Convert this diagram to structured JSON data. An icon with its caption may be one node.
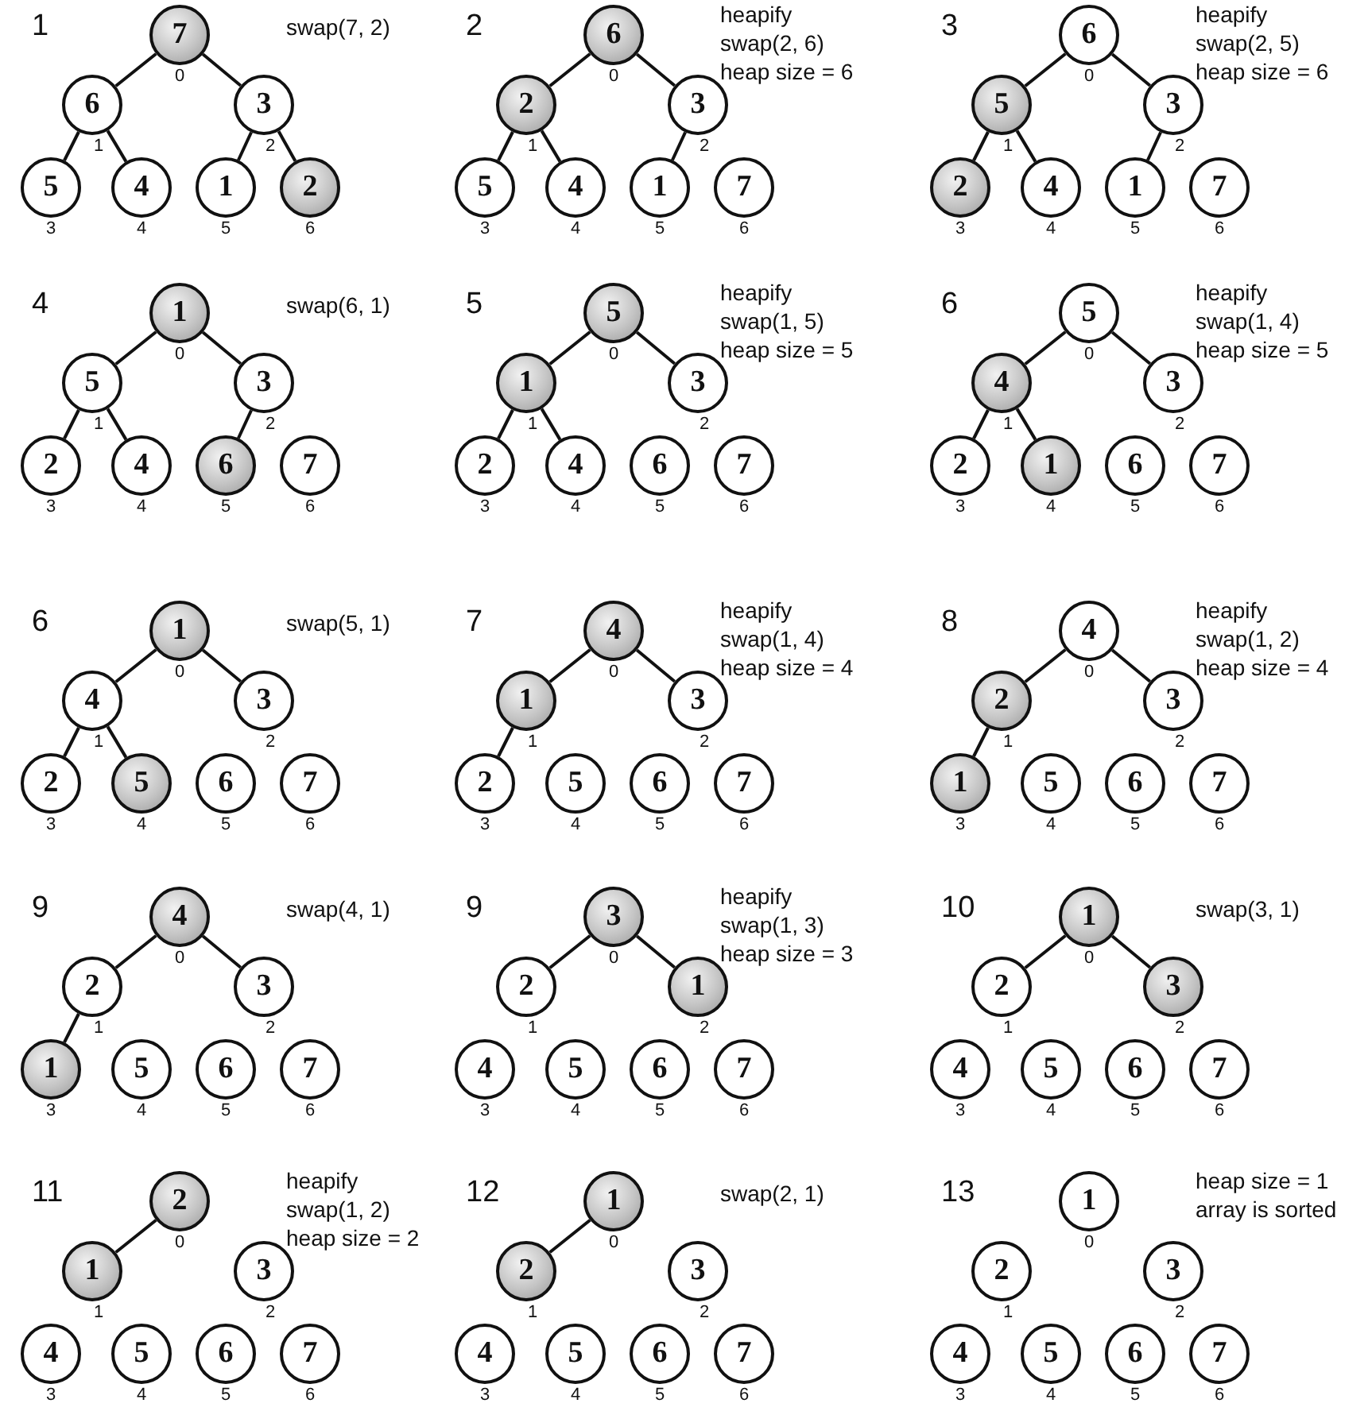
{
  "diagram": {
    "nodes": [
      {
        "text": [
          "7"
        ],
        "beside": [
          "0"
        ]
      },
      {
        "text": [
          "6"
        ],
        "beside": [
          "1"
        ]
      },
      {
        "text": [
          "3"
        ],
        "beside": [
          "2"
        ]
      },
      {
        "text": [
          "5"
        ],
        "beside": [
          "3"
        ]
      },
      {
        "text": [
          "4"
        ],
        "beside": [
          "4"
        ]
      },
      {
        "text": [
          "1"
        ],
        "beside": [
          "5"
        ]
      },
      {
        "text": [
          "2"
        ],
        "beside": [
          "6"
        ]
      },
      {
        "text": [
          "6"
        ],
        "beside": [
          "0"
        ]
      },
      {
        "text": [
          "2"
        ],
        "beside": [
          "1"
        ]
      },
      {
        "text": [
          "3"
        ],
        "beside": [
          "2"
        ]
      },
      {
        "text": [
          "5"
        ],
        "beside": [
          "3"
        ]
      },
      {
        "text": [
          "4"
        ],
        "beside": [
          "4"
        ]
      },
      {
        "text": [
          "1"
        ],
        "beside": [
          "5"
        ]
      },
      {
        "text": [
          "7"
        ],
        "beside": [
          "6"
        ]
      },
      {
        "text": [
          "6"
        ],
        "beside": [
          "0"
        ]
      },
      {
        "text": [
          "5"
        ],
        "beside": [
          "1"
        ]
      },
      {
        "text": [
          "3"
        ],
        "beside": [
          "2"
        ]
      },
      {
        "text": [
          "2"
        ],
        "beside": [
          "3"
        ]
      },
      {
        "text": [
          "4"
        ],
        "beside": [
          "4"
        ]
      },
      {
        "text": [
          "1"
        ],
        "beside": [
          "5"
        ]
      },
      {
        "text": [
          "7"
        ],
        "beside": [
          "6"
        ]
      },
      {
        "text": [
          "1"
        ],
        "beside": [
          "0"
        ]
      },
      {
        "text": [
          "5"
        ],
        "beside": [
          "1"
        ]
      },
      {
        "text": [
          "3"
        ],
        "beside": [
          "2"
        ]
      },
      {
        "text": [
          "2"
        ],
        "beside": [
          "3"
        ]
      },
      {
        "text": [
          "4"
        ],
        "beside": [
          "4"
        ]
      },
      {
        "text": [
          "6"
        ],
        "beside": [
          "5"
        ]
      },
      {
        "text": [
          "7"
        ],
        "beside": [
          "6"
        ]
      },
      {
        "text": [
          "5"
        ],
        "beside": [
          "0"
        ]
      },
      {
        "text": [
          "1"
        ],
        "beside": [
          "1"
        ]
      },
      {
        "text": [
          "3"
        ],
        "beside": [
          "2"
        ]
      },
      {
        "text": [
          "2"
        ],
        "beside": [
          "3"
        ]
      },
      {
        "text": [
          "4"
        ],
        "beside": [
          "4"
        ]
      },
      {
        "text": [
          "6"
        ],
        "beside": [
          "5"
        ]
      },
      {
        "text": [
          "7"
        ],
        "beside": [
          "6"
        ]
      },
      {
        "text": [
          "5"
        ],
        "beside": [
          "0"
        ]
      },
      {
        "text": [
          "4"
        ],
        "beside": [
          "1"
        ]
      },
      {
        "text": [
          "3"
        ],
        "beside": [
          "2"
        ]
      },
      {
        "text": [
          "2"
        ],
        "beside": [
          "3"
        ]
      },
      {
        "text": [
          "1"
        ],
        "beside": [
          "4"
        ]
      },
      {
        "text": [
          "6"
        ],
        "beside": [
          "5"
        ]
      },
      {
        "text": [
          "7"
        ],
        "beside": [
          "6"
        ]
      },
      {
        "text": [
          "1"
        ],
        "beside": [
          "0"
        ]
      },
      {
        "text": [
          "4"
        ],
        "beside": [
          "1"
        ]
      },
      {
        "text": [
          "3"
        ],
        "beside": [
          "2"
        ]
      },
      {
        "text": [
          "2"
        ],
        "beside": [
          "3"
        ]
      },
      {
        "text": [
          "5"
        ],
        "beside": [
          "4"
        ]
      },
      {
        "text": [
          "6"
        ],
        "beside": [
          "5"
        ]
      },
      {
        "text": [
          "7"
        ],
        "beside": [
          "6"
        ]
      },
      {
        "text": [
          "4"
        ],
        "beside": [
          "0"
        ]
      },
      {
        "text": [
          "1"
        ],
        "beside": [
          "1"
        ]
      },
      {
        "text": [
          "3"
        ],
        "beside": [
          "2"
        ]
      },
      {
        "text": [
          "2"
        ],
        "beside": [
          "3"
        ]
      },
      {
        "text": [
          "5"
        ],
        "beside": [
          "4"
        ]
      },
      {
        "text": [
          "6"
        ],
        "beside": [
          "5"
        ]
      },
      {
        "text": [
          "7"
        ],
        "beside": [
          "6"
        ]
      },
      {
        "text": [
          "4"
        ],
        "beside": [
          "0"
        ]
      },
      {
        "text": [
          "2"
        ],
        "beside": [
          "1"
        ]
      },
      {
        "text": [
          "3"
        ],
        "beside": [
          "2"
        ]
      },
      {
        "text": [
          "1"
        ],
        "beside": [
          "3"
        ]
      },
      {
        "text": [
          "5"
        ],
        "beside": [
          "4"
        ]
      },
      {
        "text": [
          "6"
        ],
        "beside": [
          "5"
        ]
      },
      {
        "text": [
          "7"
        ],
        "beside": [
          "6"
        ]
      },
      {
        "text": [
          "4"
        ],
        "beside": [
          "0"
        ]
      },
      {
        "text": [
          "2"
        ],
        "beside": [
          "1"
        ]
      },
      {
        "text": [
          "3"
        ],
        "beside": [
          "2"
        ]
      },
      {
        "text": [
          "1"
        ],
        "beside": [
          "3"
        ]
      },
      {
        "text": [
          "5"
        ],
        "beside": [
          "4"
        ]
      },
      {
        "text": [
          "6"
        ],
        "beside": [
          "5"
        ]
      },
      {
        "text": [
          "7"
        ],
        "beside": [
          "6"
        ]
      },
      {
        "text": [
          "3"
        ],
        "beside": [
          "0"
        ]
      },
      {
        "text": [
          "2"
        ],
        "beside": [
          "1"
        ]
      },
      {
        "text": [
          "1"
        ],
        "beside": [
          "2"
        ]
      },
      {
        "text": [
          "4"
        ],
        "beside": [
          "3"
        ]
      },
      {
        "text": [
          "5"
        ],
        "beside": [
          "4"
        ]
      },
      {
        "text": [
          "6"
        ],
        "beside": [
          "5"
        ]
      },
      {
        "text": [
          "7"
        ],
        "beside": [
          "6"
        ]
      },
      {
        "text": [
          "1"
        ],
        "beside": [
          "0"
        ]
      },
      {
        "text": [
          "2"
        ],
        "beside": [
          "1"
        ]
      },
      {
        "text": [
          "3"
        ],
        "beside": [
          "2"
        ]
      },
      {
        "text": [
          "4"
        ],
        "beside": [
          "3"
        ]
      },
      {
        "text": [
          "5"
        ],
        "beside": [
          "4"
        ]
      },
      {
        "text": [
          "6"
        ],
        "beside": [
          "5"
        ]
      },
      {
        "text": [
          "7"
        ],
        "beside": [
          "6"
        ]
      },
      {
        "text": [
          "2"
        ],
        "beside": [
          "0"
        ]
      },
      {
        "text": [
          "1"
        ],
        "beside": [
          "1"
        ]
      },
      {
        "text": [
          "3"
        ],
        "beside": [
          "2"
        ]
      },
      {
        "text": [
          "4"
        ],
        "beside": [
          "3"
        ]
      },
      {
        "text": [
          "5"
        ],
        "beside": [
          "4"
        ]
      },
      {
        "text": [
          "6"
        ],
        "beside": [
          "5"
        ]
      },
      {
        "text": [
          "7"
        ],
        "beside": [
          "6"
        ]
      },
      {
        "text": [
          "1"
        ],
        "beside": [
          "0"
        ]
      },
      {
        "text": [
          "2"
        ],
        "beside": [
          "1"
        ]
      },
      {
        "text": [
          "3"
        ],
        "beside": [
          "2"
        ]
      },
      {
        "text": [
          "4"
        ],
        "beside": [
          "3"
        ]
      },
      {
        "text": [
          "5"
        ],
        "beside": [
          "4"
        ]
      },
      {
        "text": [
          "6"
        ],
        "beside": [
          "5"
        ]
      },
      {
        "text": [
          "7"
        ],
        "beside": [
          "6"
        ]
      },
      {
        "text": [
          "1"
        ],
        "beside": [
          "0"
        ]
      },
      {
        "text": [
          "2"
        ],
        "beside": [
          "1"
        ]
      },
      {
        "text": [
          "3"
        ],
        "beside": [
          "2"
        ]
      },
      {
        "text": [
          "4"
        ],
        "beside": [
          "3"
        ]
      },
      {
        "text": [
          "5"
        ],
        "beside": [
          "4"
        ]
      },
      {
        "text": [
          "6"
        ],
        "beside": [
          "5"
        ]
      },
      {
        "text": [
          "7"
        ],
        "beside": [
          "6"
        ]
      }
    ],
    "edges": [
      {
        "from": 0,
        "to": 1,
        "arrow": "none"
      },
      {
        "from": 0,
        "to": 2,
        "arrow": "none"
      },
      {
        "from": 1,
        "to": 3,
        "arrow": "none"
      },
      {
        "from": 1,
        "to": 4,
        "arrow": "none"
      },
      {
        "from": 2,
        "to": 5,
        "arrow": "none"
      },
      {
        "from": 2,
        "to": 6,
        "arrow": "none"
      },
      {
        "from": 7,
        "to": 8,
        "arrow": "none"
      },
      {
        "from": 7,
        "to": 9,
        "arrow": "none"
      },
      {
        "from": 8,
        "to": 10,
        "arrow": "none"
      },
      {
        "from": 8,
        "to": 11,
        "arrow": "none"
      },
      {
        "from": 9,
        "to": 12,
        "arrow": "none"
      },
      {
        "from": 14,
        "to": 15,
        "arrow": "none"
      },
      {
        "from": 14,
        "to": 16,
        "arrow": "none"
      },
      {
        "from": 15,
        "to": 17,
        "arrow": "none"
      },
      {
        "from": 15,
        "to": 18,
        "arrow": "none"
      },
      {
        "from": 16,
        "to": 19,
        "arrow": "none"
      },
      {
        "from": 21,
        "to": 22,
        "arrow": "none"
      },
      {
        "from": 21,
        "to": 23,
        "arrow": "none"
      },
      {
        "from": 22,
        "to": 24,
        "arrow": "none"
      },
      {
        "from": 22,
        "to": 25,
        "arrow": "none"
      },
      {
        "from": 23,
        "to": 26,
        "arrow": "none"
      },
      {
        "from": 28,
        "to": 29,
        "arrow": "none"
      },
      {
        "from": 28,
        "to": 30,
        "arrow": "none"
      },
      {
        "from": 29,
        "to": 31,
        "arrow": "none"
      },
      {
        "from": 29,
        "to": 32,
        "arrow": "none"
      },
      {
        "from": 35,
        "to": 36,
        "arrow": "none"
      },
      {
        "from": 35,
        "to": 37,
        "arrow": "none"
      },
      {
        "from": 36,
        "to": 38,
        "arrow": "none"
      },
      {
        "from": 36,
        "to": 39,
        "arrow": "none"
      },
      {
        "from": 42,
        "to": 43,
        "arrow": "none"
      },
      {
        "from": 42,
        "to": 44,
        "arrow": "none"
      },
      {
        "from": 43,
        "to": 45,
        "arrow": "none"
      },
      {
        "from": 43,
        "to": 46,
        "arrow": "none"
      },
      {
        "from": 49,
        "to": 50,
        "arrow": "none"
      },
      {
        "from": 49,
        "to": 51,
        "arrow": "none"
      },
      {
        "from": 50,
        "to": 52,
        "arrow": "none"
      },
      {
        "from": 56,
        "to": 57,
        "arrow": "none"
      },
      {
        "from": 56,
        "to": 58,
        "arrow": "none"
      },
      {
        "from": 57,
        "to": 59,
        "arrow": "none"
      },
      {
        "from": 63,
        "to": 64,
        "arrow": "none"
      },
      {
        "from": 63,
        "to": 65,
        "arrow": "none"
      },
      {
        "from": 64,
        "to": 66,
        "arrow": "none"
      },
      {
        "from": 70,
        "to": 71,
        "arrow": "none"
      },
      {
        "from": 70,
        "to": 72,
        "arrow": "none"
      },
      {
        "from": 77,
        "to": 78,
        "arrow": "none"
      },
      {
        "from": 77,
        "to": 79,
        "arrow": "none"
      },
      {
        "from": 84,
        "to": 85,
        "arrow": "none"
      },
      {
        "from": 91,
        "to": 92,
        "arrow": "none"
      }
    ],
    "labels": [
      "1",
      "swap(7, 2)",
      "2",
      "heapify",
      "swap(2, 6)",
      "heap size = 6",
      "3",
      "heapify",
      "swap(2, 5)",
      "heap size = 6",
      "4",
      "swap(6, 1)",
      "5",
      "heapify",
      "swap(1, 5)",
      "heap size = 5",
      "6",
      "heapify",
      "swap(1, 4)",
      "heap size = 5",
      "6",
      "swap(5, 1)",
      "7",
      "heapify",
      "swap(1, 4)",
      "heap size = 4",
      "8",
      "heapify",
      "swap(1, 2)",
      "heap size = 4",
      "9",
      "swap(4, 1)",
      "9",
      "heapify",
      "swap(1, 3)",
      "heap size = 3",
      "10",
      "swap(3, 1)",
      "11",
      "heapify",
      "swap(1, 2)",
      "heap size = 2",
      "12",
      "swap(2, 1)",
      "13",
      "heap size = 1",
      "array is sorted"
    ]
  }
}
